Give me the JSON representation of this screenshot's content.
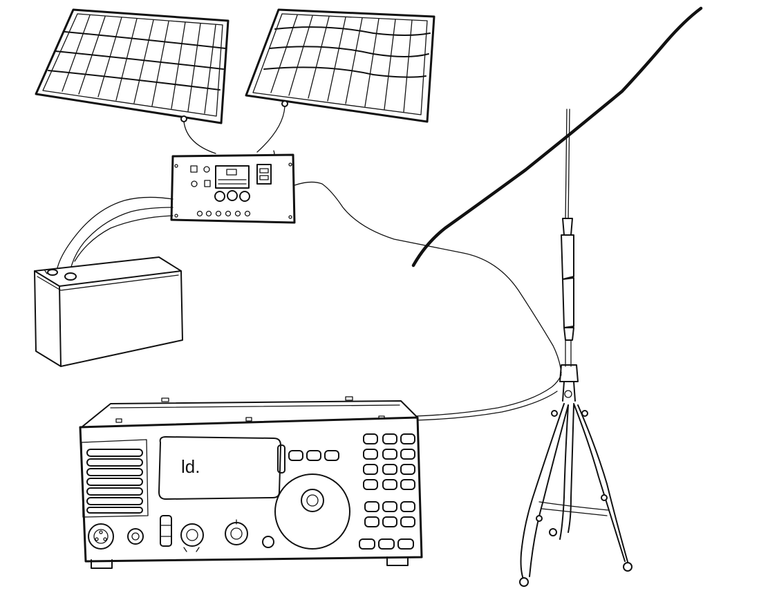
{
  "radio": {
    "display_text": "ld."
  },
  "colors": {
    "ink": "#111111",
    "paper": "#ffffff"
  },
  "icons": [
    "solar-panel",
    "charge-controller",
    "battery",
    "radio-transceiver",
    "antenna",
    "tripod"
  ]
}
